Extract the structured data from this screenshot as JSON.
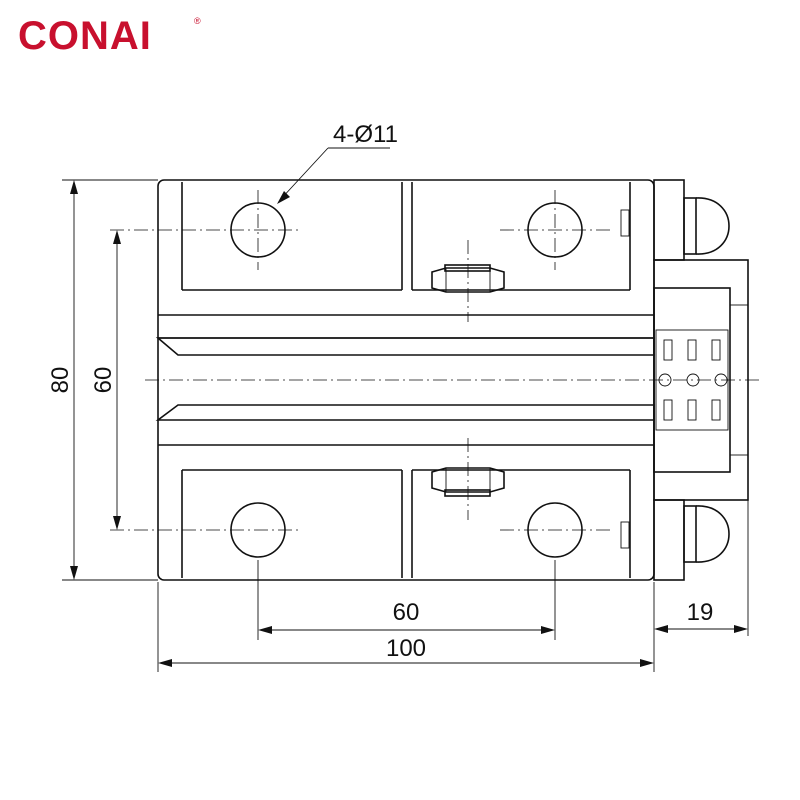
{
  "brand": {
    "name": "CONAI",
    "registered_mark": "®",
    "color": "#c8102e"
  },
  "dimensions": {
    "holes": "4-Ø11",
    "overall_height": "80",
    "hole_spacing_vertical": "60",
    "hole_spacing_horizontal": "60",
    "overall_width": "100",
    "side_extension": "19"
  }
}
